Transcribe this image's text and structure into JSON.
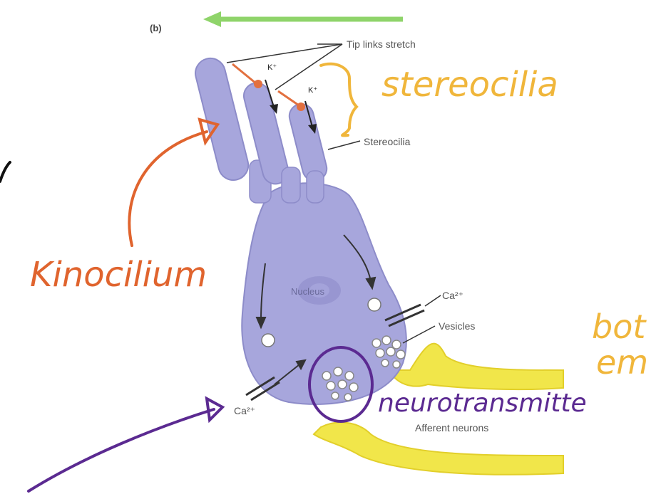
{
  "panel_label": "(b)",
  "labels": {
    "tip_links": "Tip links stretch",
    "stereocilia": "Stereocilia",
    "nucleus": "Nucleus",
    "ca_right": "Ca²⁺",
    "ca_left": "Ca²⁺",
    "vesicles": "Vesicles",
    "afferent": "Afferent neurons",
    "k_upper": "K⁺",
    "k_lower": "K⁺"
  },
  "handwritten": {
    "stereocilia": "stereocilia",
    "kinocilium": "Kinocilium",
    "neurotransmitter": "neurotransmitte",
    "both_line1": "bot",
    "both_line2": "em"
  },
  "colors": {
    "cell": "#a7a6dc",
    "cell_dark": "#8d8cc9",
    "neuron": "#f1e64a",
    "green_arrow": "#8fd46a",
    "orange": "#e0642e",
    "yellow_ink": "#f0b63b",
    "purple_ink": "#5b2a91",
    "tip_link": "#e2703f"
  }
}
